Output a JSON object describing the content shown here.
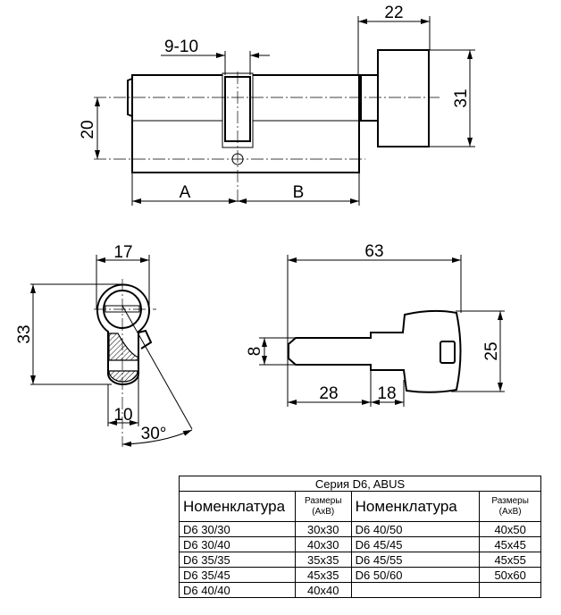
{
  "dimensions": {
    "top_view": {
      "slot": "9-10",
      "knob_width": "22",
      "knob_height": "31",
      "offset": "20",
      "a": "A",
      "b": "B"
    },
    "profile_view": {
      "width": "17",
      "height": "33",
      "bottom_width": "10",
      "angle": "30°"
    },
    "key_view": {
      "length": "63",
      "blade_height": "8",
      "head_height": "25",
      "blade_length": "28",
      "shoulder": "18"
    }
  },
  "table": {
    "title": "Серия D6, ABUS",
    "headers": {
      "name": "Номенклатура",
      "size_line1": "Размеры",
      "size_line2": "(AxB)"
    },
    "left_rows": [
      {
        "name": "D6 30/30",
        "size": "30x30"
      },
      {
        "name": "D6 30/40",
        "size": "40x30"
      },
      {
        "name": "D6 35/35",
        "size": "35x35"
      },
      {
        "name": "D6 35/45",
        "size": "45x35"
      },
      {
        "name": "D6 40/40",
        "size": "40x40"
      }
    ],
    "right_rows": [
      {
        "name": "D6 40/50",
        "size": "40x50"
      },
      {
        "name": "D6 45/45",
        "size": "45x45"
      },
      {
        "name": "D6 45/55",
        "size": "45x55"
      },
      {
        "name": "D6 50/60",
        "size": "50x60"
      }
    ]
  }
}
